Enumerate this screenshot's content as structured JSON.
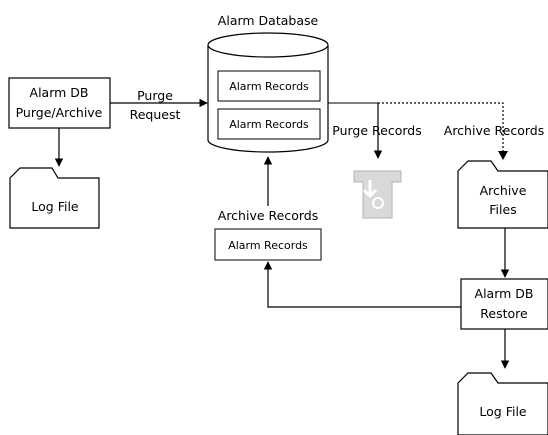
{
  "diagram": {
    "database_title": "Alarm Database",
    "db_records": [
      "Alarm Records",
      "Alarm Records"
    ],
    "purge_archive_box": [
      "Alarm DB",
      "Purge/Archive"
    ],
    "purge_request_label": [
      "Purge",
      "Request"
    ],
    "log_file_top": "Log File",
    "purge_records_label": "Purge Records",
    "archive_records_label_right": "Archive Records",
    "archive_files": [
      "Archive",
      "Files"
    ],
    "archive_records_label_mid": "Archive Records",
    "mid_records_box": "Alarm Records",
    "restore_box": [
      "Alarm DB",
      "Restore"
    ],
    "log_file_bottom": "Log File",
    "icons": [
      "recycle-bin-icon",
      "folder-icon"
    ],
    "colors": {
      "line": "#000000",
      "bin_fill": "#d9d9d9",
      "bin_stroke": "#b3b3b3"
    }
  }
}
